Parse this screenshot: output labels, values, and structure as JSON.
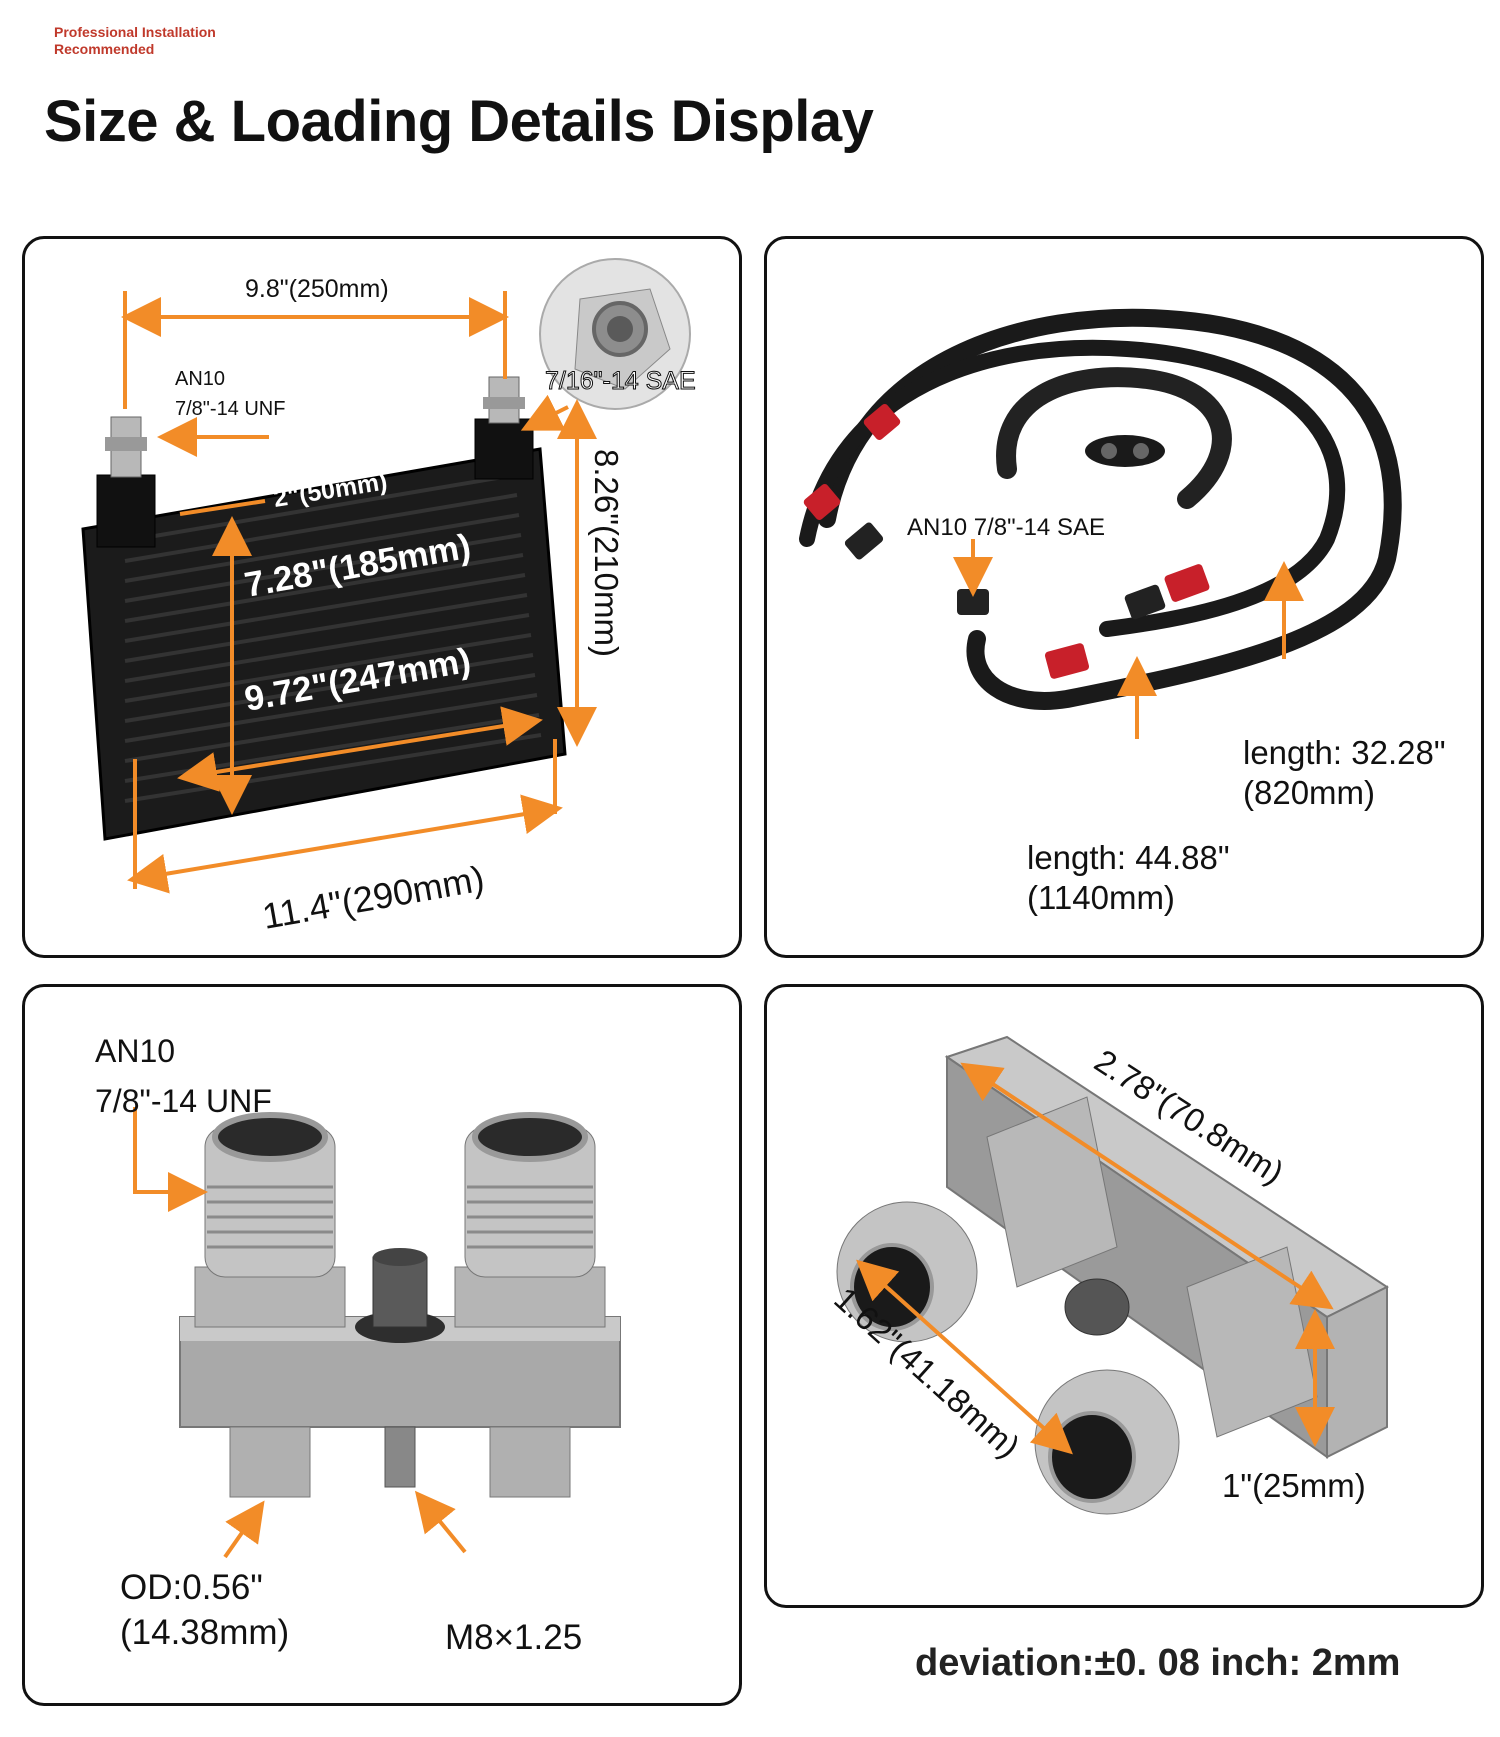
{
  "header": {
    "notice": "Professional Installation Recommended",
    "title": "Size & Loading Details Display"
  },
  "colors": {
    "accent": "#f28c28",
    "hose_red": "#c8202a",
    "panel_border": "#111111"
  },
  "panel_cooler": {
    "width_top": "9.8\"(250mm)",
    "fitting_an": "AN10",
    "fitting_unf": "7/8\"-14 UNF",
    "sae_callout": "7/16\"-14 SAE",
    "depth": "2\"(50mm)",
    "core_height": "7.28\"(185mm)",
    "core_width": "9.72\"(247mm)",
    "total_height": "8.26\"(210mm)",
    "total_width": "11.4\"(290mm)"
  },
  "panel_hoses": {
    "fitting_label": "AN10 7/8\"-14 SAE",
    "long_length": "length: 44.88\"",
    "long_mm": "(1140mm)",
    "short_length": "length: 32.28\"",
    "short_mm": "(820mm)"
  },
  "panel_adapter": {
    "fitting_an": "AN10",
    "fitting_unf": "7/8\"-14 UNF",
    "od_inch": "OD:0.56\"",
    "od_mm": "(14.38mm)",
    "bolt": "M8×1.25"
  },
  "panel_adapter_dims": {
    "length": "2.78\"(70.8mm)",
    "spacing": "1.62\"(41.18mm)",
    "height": "1\"(25mm)"
  },
  "footer": {
    "deviation": "deviation:±0. 08 inch: 2mm"
  }
}
